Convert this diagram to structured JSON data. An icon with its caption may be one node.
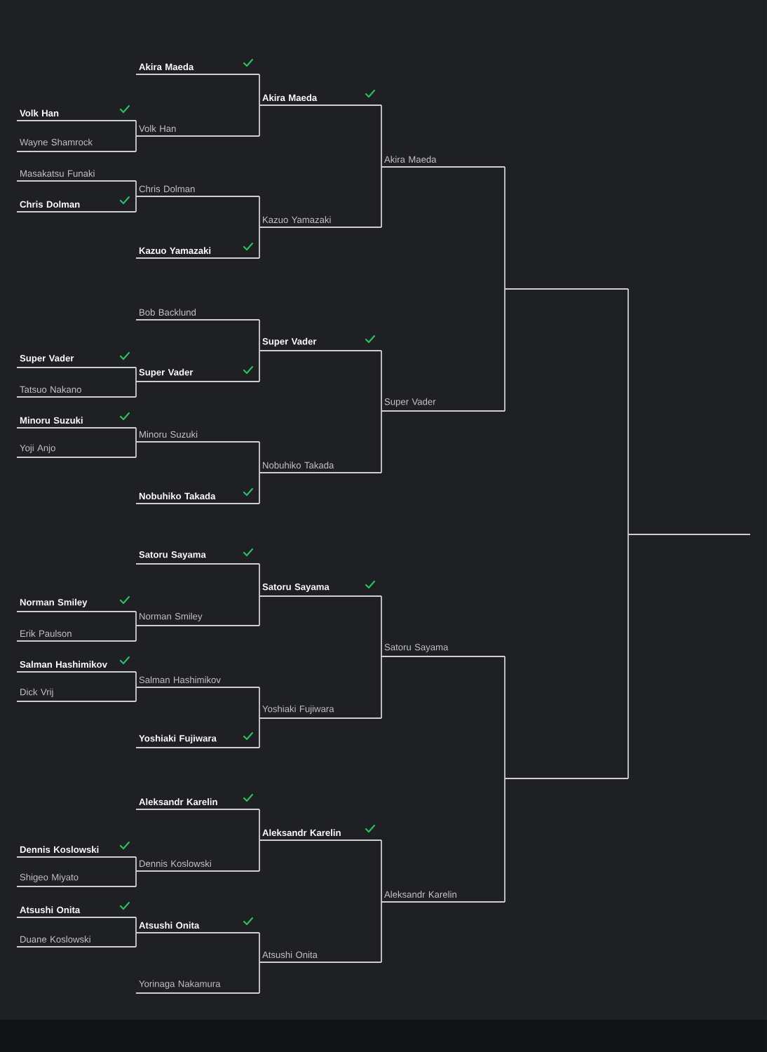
{
  "diagram": {
    "nodes": [
      {
        "text": [
          "Volk Han"
        ]
      },
      {
        "text": [
          "Wayne Shamrock"
        ]
      },
      {
        "text": [
          "Masakatsu Funaki"
        ]
      },
      {
        "text": [
          "Chris Dolman"
        ]
      },
      {
        "text": [
          "Super Vader"
        ]
      },
      {
        "text": [
          "Tatsuo Nakano"
        ]
      },
      {
        "text": [
          "Minoru Suzuki"
        ]
      },
      {
        "text": [
          "Yoji Anjo"
        ]
      },
      {
        "text": [
          "Norman Smiley"
        ]
      },
      {
        "text": [
          "Erik Paulson"
        ]
      },
      {
        "text": [
          "Salman Hashimikov"
        ]
      },
      {
        "text": [
          "Dick Vrij"
        ]
      },
      {
        "text": [
          "Dennis Koslowski"
        ]
      },
      {
        "text": [
          "Shigeo Miyato"
        ]
      },
      {
        "text": [
          "Atsushi Onita"
        ]
      },
      {
        "text": [
          "Duane Koslowski"
        ]
      },
      {
        "text": [
          "Akira Maeda"
        ]
      },
      {
        "text": [
          "Volk Han"
        ]
      },
      {
        "text": [
          "Chris Dolman"
        ]
      },
      {
        "text": [
          "Kazuo Yamazaki"
        ]
      },
      {
        "text": [
          "Bob Backlund"
        ]
      },
      {
        "text": [
          "Super Vader"
        ]
      },
      {
        "text": [
          "Minoru Suzuki"
        ]
      },
      {
        "text": [
          "Nobuhiko Takada"
        ]
      },
      {
        "text": [
          "Satoru Sayama"
        ]
      },
      {
        "text": [
          "Norman Smiley"
        ]
      },
      {
        "text": [
          "Salman Hashimikov"
        ]
      },
      {
        "text": [
          "Yoshiaki Fujiwara"
        ]
      },
      {
        "text": [
          "Aleksandr Karelin"
        ]
      },
      {
        "text": [
          "Dennis Koslowski"
        ]
      },
      {
        "text": [
          "Atsushi Onita"
        ]
      },
      {
        "text": [
          "Yorinaga Nakamura"
        ]
      },
      {
        "text": [
          "Akira Maeda"
        ]
      },
      {
        "text": [
          "Kazuo Yamazaki"
        ]
      },
      {
        "text": [
          "Super Vader"
        ]
      },
      {
        "text": [
          "Nobuhiko Takada"
        ]
      },
      {
        "text": [
          "Satoru Sayama"
        ]
      },
      {
        "text": [
          "Yoshiaki Fujiwara"
        ]
      },
      {
        "text": [
          "Aleksandr Karelin"
        ]
      },
      {
        "text": [
          "Atsushi Onita"
        ]
      },
      {
        "text": [
          "Akira Maeda"
        ]
      },
      {
        "text": [
          "Super Vader"
        ]
      },
      {
        "text": [
          "Satoru Sayama"
        ]
      },
      {
        "text": [
          "Aleksandr Karelin"
        ]
      },
      {
        "text": [],
        "shape": "line"
      },
      {
        "text": [],
        "shape": "line"
      },
      {
        "text": [],
        "shape": "line"
      }
    ],
    "edges": [
      {
        "from": 0,
        "to": 17,
        "arrow": "none"
      },
      {
        "from": 1,
        "to": 17,
        "arrow": "none"
      },
      {
        "from": 2,
        "to": 18,
        "arrow": "none"
      },
      {
        "from": 3,
        "to": 18,
        "arrow": "none"
      },
      {
        "from": 4,
        "to": 21,
        "arrow": "none"
      },
      {
        "from": 5,
        "to": 21,
        "arrow": "none"
      },
      {
        "from": 6,
        "to": 22,
        "arrow": "none"
      },
      {
        "from": 7,
        "to": 22,
        "arrow": "none"
      },
      {
        "from": 8,
        "to": 25,
        "arrow": "none"
      },
      {
        "from": 9,
        "to": 25,
        "arrow": "none"
      },
      {
        "from": 10,
        "to": 26,
        "arrow": "none"
      },
      {
        "from": 11,
        "to": 26,
        "arrow": "none"
      },
      {
        "from": 12,
        "to": 29,
        "arrow": "none"
      },
      {
        "from": 13,
        "to": 29,
        "arrow": "none"
      },
      {
        "from": 14,
        "to": 30,
        "arrow": "none"
      },
      {
        "from": 15,
        "to": 30,
        "arrow": "none"
      },
      {
        "from": 16,
        "to": 32,
        "arrow": "none"
      },
      {
        "from": 17,
        "to": 32,
        "arrow": "none"
      },
      {
        "from": 18,
        "to": 33,
        "arrow": "none"
      },
      {
        "from": 19,
        "to": 33,
        "arrow": "none"
      },
      {
        "from": 20,
        "to": 34,
        "arrow": "none"
      },
      {
        "from": 21,
        "to": 34,
        "arrow": "none"
      },
      {
        "from": 22,
        "to": 35,
        "arrow": "none"
      },
      {
        "from": 23,
        "to": 35,
        "arrow": "none"
      },
      {
        "from": 24,
        "to": 36,
        "arrow": "none"
      },
      {
        "from": 25,
        "to": 36,
        "arrow": "none"
      },
      {
        "from": 26,
        "to": 37,
        "arrow": "none"
      },
      {
        "from": 27,
        "to": 37,
        "arrow": "none"
      },
      {
        "from": 28,
        "to": 38,
        "arrow": "none"
      },
      {
        "from": 29,
        "to": 38,
        "arrow": "none"
      },
      {
        "from": 30,
        "to": 39,
        "arrow": "none"
      },
      {
        "from": 31,
        "to": 39,
        "arrow": "none"
      },
      {
        "from": 32,
        "to": 40,
        "arrow": "none"
      },
      {
        "from": 33,
        "to": 40,
        "arrow": "none"
      },
      {
        "from": 34,
        "to": 41,
        "arrow": "none"
      },
      {
        "from": 35,
        "to": 41,
        "arrow": "none"
      },
      {
        "from": 36,
        "to": 42,
        "arrow": "none"
      },
      {
        "from": 37,
        "to": 42,
        "arrow": "none"
      },
      {
        "from": 38,
        "to": 43,
        "arrow": "none"
      },
      {
        "from": 39,
        "to": 43,
        "arrow": "none"
      },
      {
        "from": 40,
        "to": 44,
        "arrow": "none"
      },
      {
        "from": 41,
        "to": 44,
        "arrow": "none"
      },
      {
        "from": 42,
        "to": 45,
        "arrow": "none"
      },
      {
        "from": 43,
        "to": 45,
        "arrow": "none"
      },
      {
        "from": 44,
        "to": 46,
        "arrow": "none"
      },
      {
        "from": 45,
        "to": 46,
        "arrow": "none"
      }
    ]
  }
}
